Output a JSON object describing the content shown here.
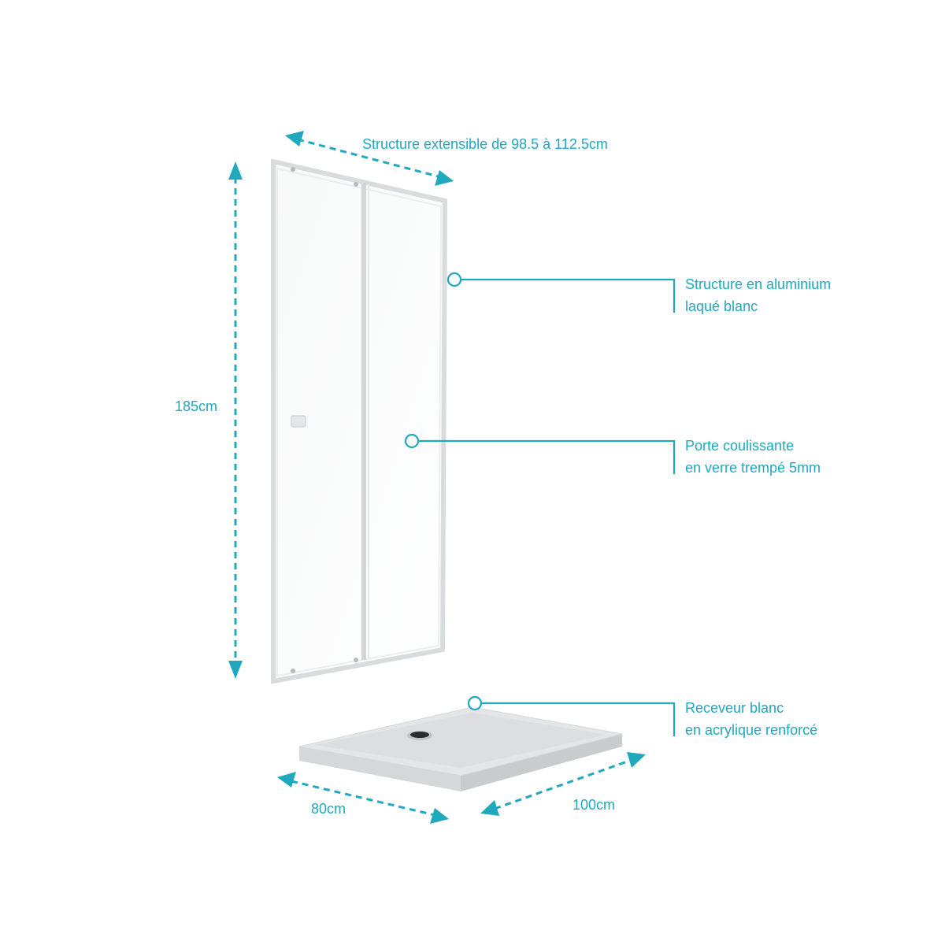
{
  "accent_color": "#1fa8be",
  "dimensions": {
    "width_range": "Structure extensible de 98.5 à 112.5cm",
    "height": "185cm",
    "tray_depth": "80cm",
    "tray_width": "100cm"
  },
  "callouts": [
    {
      "line1": "Structure en aluminium",
      "line2": "laqué blanc"
    },
    {
      "line1": "Porte coulissante",
      "line2": "en verre trempé 5mm"
    },
    {
      "line1": "Receveur blanc",
      "line2": "en acrylique renforcé"
    }
  ]
}
